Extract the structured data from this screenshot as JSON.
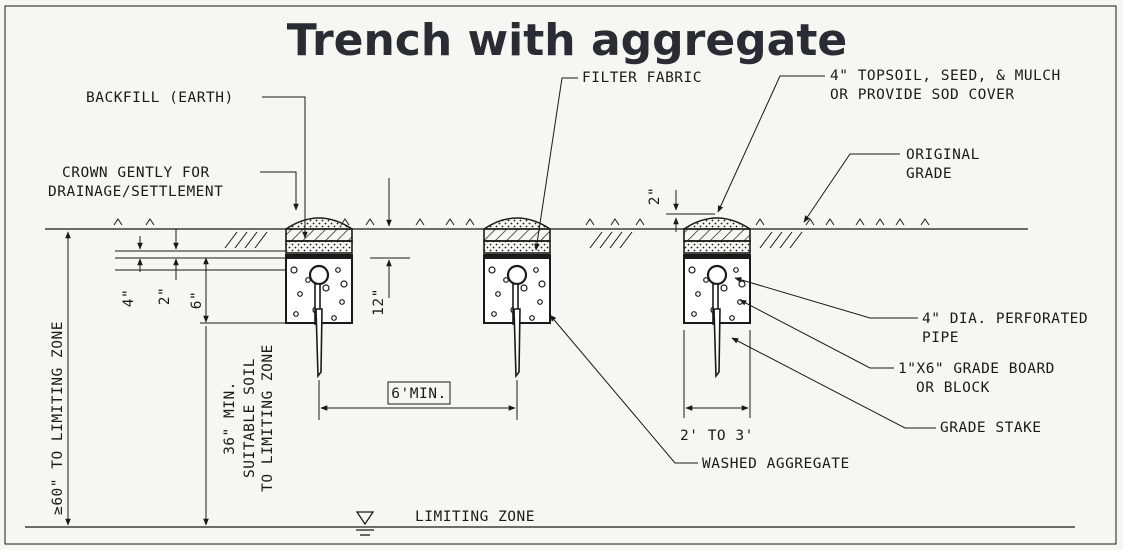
{
  "title": "Trench with aggregate",
  "labels": {
    "backfill": "BACKFILL (EARTH)",
    "crown_1": "CROWN GENTLY FOR",
    "crown_2": "DRAINAGE/SETTLEMENT",
    "filter_fabric": "FILTER FABRIC",
    "topsoil_1": "4\" TOPSOIL, SEED, & MULCH",
    "topsoil_2": "OR PROVIDE SOD COVER",
    "original_1": "ORIGINAL",
    "original_2": "GRADE",
    "pipe_1": "4\" DIA. PERFORATED",
    "pipe_2": "PIPE",
    "board_1": "1\"X6\" GRADE BOARD",
    "board_2": "OR BLOCK",
    "stake": "GRADE STAKE",
    "aggregate": "WASHED AGGREGATE",
    "limiting_zone": "LIMITING ZONE"
  },
  "dimensions": {
    "d4": "4\"",
    "d2": "2\"",
    "d6": "6\"",
    "d12": "12\"",
    "d2_top": "2\"",
    "spacing": "6'MIN.",
    "width": "2' TO 3'",
    "depth_60": "≥60\" TO LIMITING ZONE",
    "depth_36_1": "36\" MIN.",
    "depth_36_2": "SUITABLE SOIL",
    "depth_36_3": "TO LIMITING ZONE"
  }
}
